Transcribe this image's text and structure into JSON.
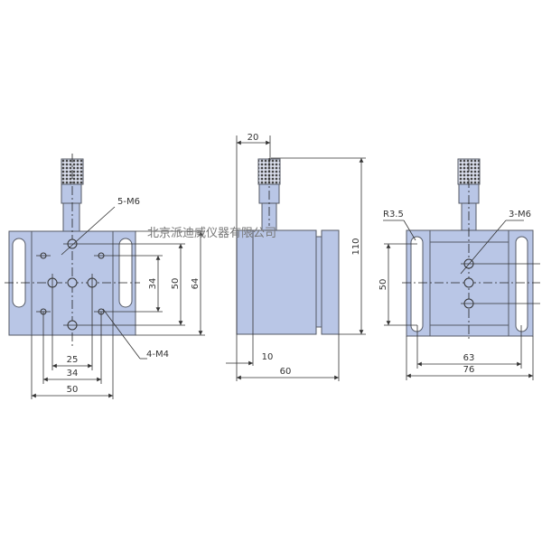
{
  "watermark": "北京派迪威仪器有限公司",
  "colors": {
    "body": "#b9c6e6",
    "outline": "#555a66",
    "dimension": "#333333"
  },
  "views": {
    "front": {
      "labels": {
        "holes_m6": "5-M6",
        "holes_m4": "4-M4"
      },
      "dims": {
        "v1": "34",
        "v2": "50",
        "v3": "64",
        "h1": "25",
        "h2": "34",
        "h3": "50"
      }
    },
    "side": {
      "dims": {
        "top": "20",
        "height": "110",
        "offset": "10",
        "width": "60"
      }
    },
    "back": {
      "labels": {
        "radius": "R3.5",
        "holes_m6": "3-M6"
      },
      "dims": {
        "v1": "50",
        "h1": "63",
        "h2": "76"
      }
    }
  }
}
